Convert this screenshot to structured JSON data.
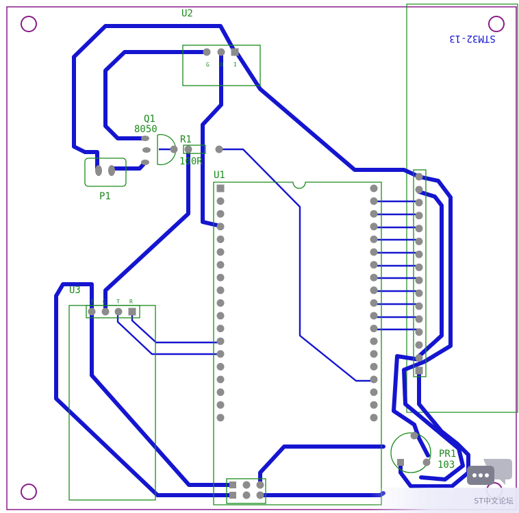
{
  "board": {
    "labels": {
      "u2": "U2",
      "u2_pins": [
        "G",
        "O",
        "I"
      ],
      "q1": "Q1",
      "q1_value": "8050",
      "r1": "R1",
      "r1_value": "100R",
      "p1": "P1",
      "u1": "U1",
      "u3": "U3",
      "u3_pins": [
        "5",
        "G",
        "T",
        "R"
      ],
      "pr1": "PR1",
      "pr1_value": "103",
      "stm32": "STM32-13"
    },
    "colors": {
      "board_outline": "#8a1a8a",
      "silkscreen": "#1a8a1a",
      "trace_top": "#1515d0",
      "pad": "#8c8c8c"
    }
  },
  "watermark": {
    "text": "ST中文论坛"
  },
  "icons": {
    "chat": "chat-bubble-icon"
  }
}
